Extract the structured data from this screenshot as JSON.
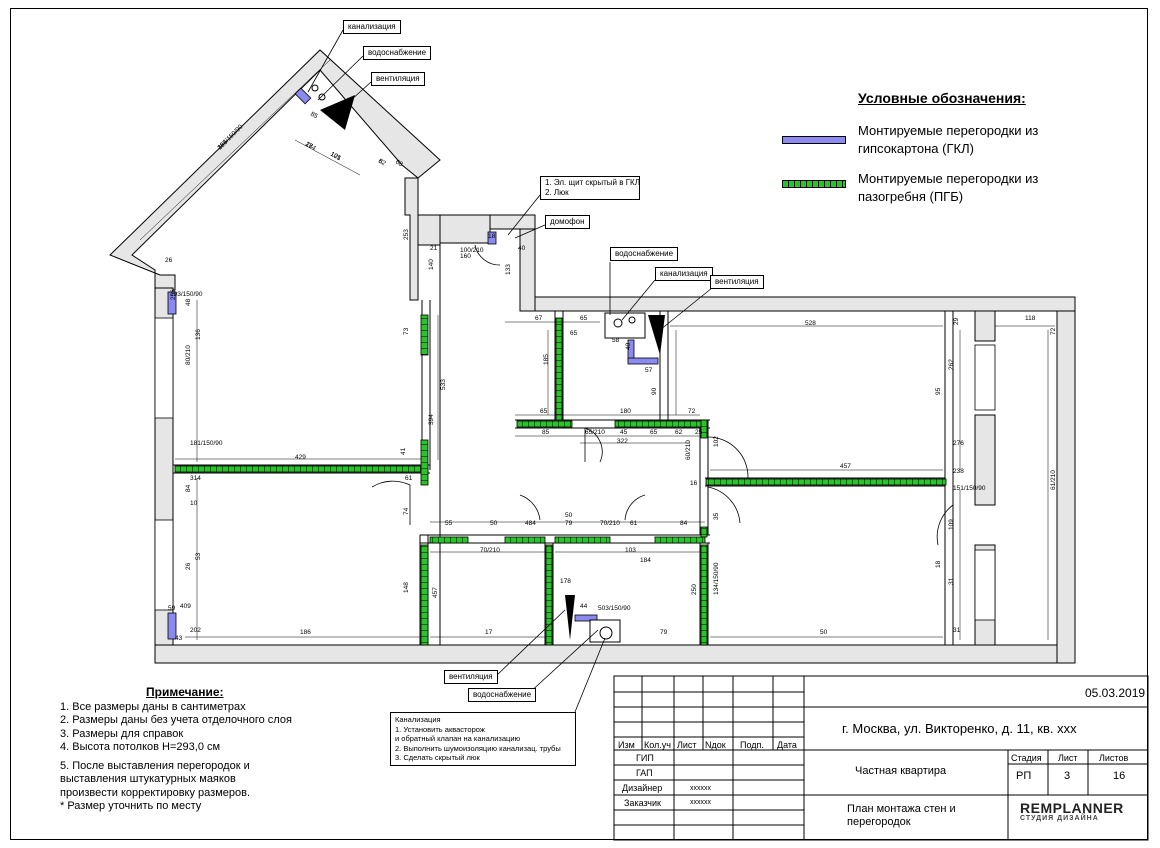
{
  "legend": {
    "title": "Условные обозначения:",
    "items": [
      {
        "type": "gkl",
        "line1": "Монтируемые перегородки из",
        "line2": "гипсокартона (ГКЛ)",
        "color": "#8a8af0"
      },
      {
        "type": "pgb",
        "line1": "Монтируемые перегородки из",
        "line2": "пазогребня (ПГБ)",
        "color": "#2cc22c"
      }
    ]
  },
  "notes": {
    "title": "Примечание:",
    "lines": [
      "1. Все размеры даны в сантиметрах",
      "2. Размеры даны без учета отделочного слоя",
      "3. Размеры для справок",
      "4. Высота потолков H=293,0 см"
    ],
    "lines2": [
      "5. После выставления перегородок и",
      "выставления штукатурных маяков",
      "произвести корректировку размеров.",
      "* Размер уточнить по месту"
    ]
  },
  "callouts": {
    "kanal_top": "канализация",
    "vodo_top": "водоснабжение",
    "vent_top": "вентиляция",
    "shield_1": "1. Эл. щит скрытый в ГКЛ",
    "shield_2": "2. Люк",
    "domofon": "домофон",
    "vodo_mid": "водоснабжение",
    "kanal_mid": "канализация",
    "vent_mid": "вентиляция",
    "vent_bot": "вентиляция",
    "vodo_bot": "водоснабжение"
  },
  "sewer_note": {
    "title": "Канализация",
    "lines": [
      "1. Установить аквасторож",
      "и обратный клапан на канализацию",
      "2. Выполнить шумоизоляцию канализац. трубы",
      "3. Сделать скрытый люк"
    ]
  },
  "dimensions": [
    "365",
    "174",
    "121",
    "62",
    "68",
    "85",
    "26",
    "48",
    "253",
    "21",
    "100/210",
    "160",
    "40",
    "18",
    "133",
    "140",
    "73",
    "533",
    "67",
    "65",
    "58",
    "65",
    "40",
    "57",
    "528",
    "29",
    "118",
    "72",
    "185",
    "90",
    "65",
    "180",
    "72",
    "85",
    "65/210",
    "45",
    "65",
    "62",
    "25",
    "322",
    "102",
    "457",
    "60/210",
    "16",
    "41",
    "429",
    "394",
    "61",
    "74",
    "80/210",
    "181/150/90",
    "314",
    "84",
    "10",
    "59",
    "50",
    "55",
    "50",
    "484",
    "79",
    "70/210",
    "61",
    "84",
    "35",
    "70/210",
    "103",
    "95",
    "262",
    "276",
    "238",
    "151/150/90",
    "109",
    "18",
    "31",
    "31",
    "61/210",
    "250",
    "134/150/90",
    "44",
    "503/150/90",
    "178",
    "186",
    "17",
    "79",
    "50",
    "409",
    "202",
    "148",
    "457",
    "26",
    "53",
    "184",
    "136",
    "193/150/90",
    "256",
    "43",
    "183/150/90",
    "28",
    "105",
    "8"
  ],
  "titleblock": {
    "date": "05.03.2019",
    "address": "г. Москва, ул. Викторенко, д. 11, кв. xxx",
    "headers": [
      "Изм",
      "Кол.уч",
      "Лист",
      "Nдок",
      "Подп.",
      "Дата"
    ],
    "roles": [
      "ГИП",
      "ГАП",
      "Дизайнер",
      "Заказчик"
    ],
    "designer": "xxxxxx",
    "customer": "xxxxxx",
    "project": "Частная квартира",
    "sheet_title_1": "План монтажа стен и",
    "sheet_title_2": "перегородок",
    "stage_label": "Стадия",
    "sheet_label": "Лист",
    "sheets_label": "Листов",
    "stage": "РП",
    "sheet": "3",
    "sheets": "16"
  },
  "logo": {
    "name": "REMPLANNER",
    "sub": "СТУДИЯ ДИЗАЙНА"
  }
}
